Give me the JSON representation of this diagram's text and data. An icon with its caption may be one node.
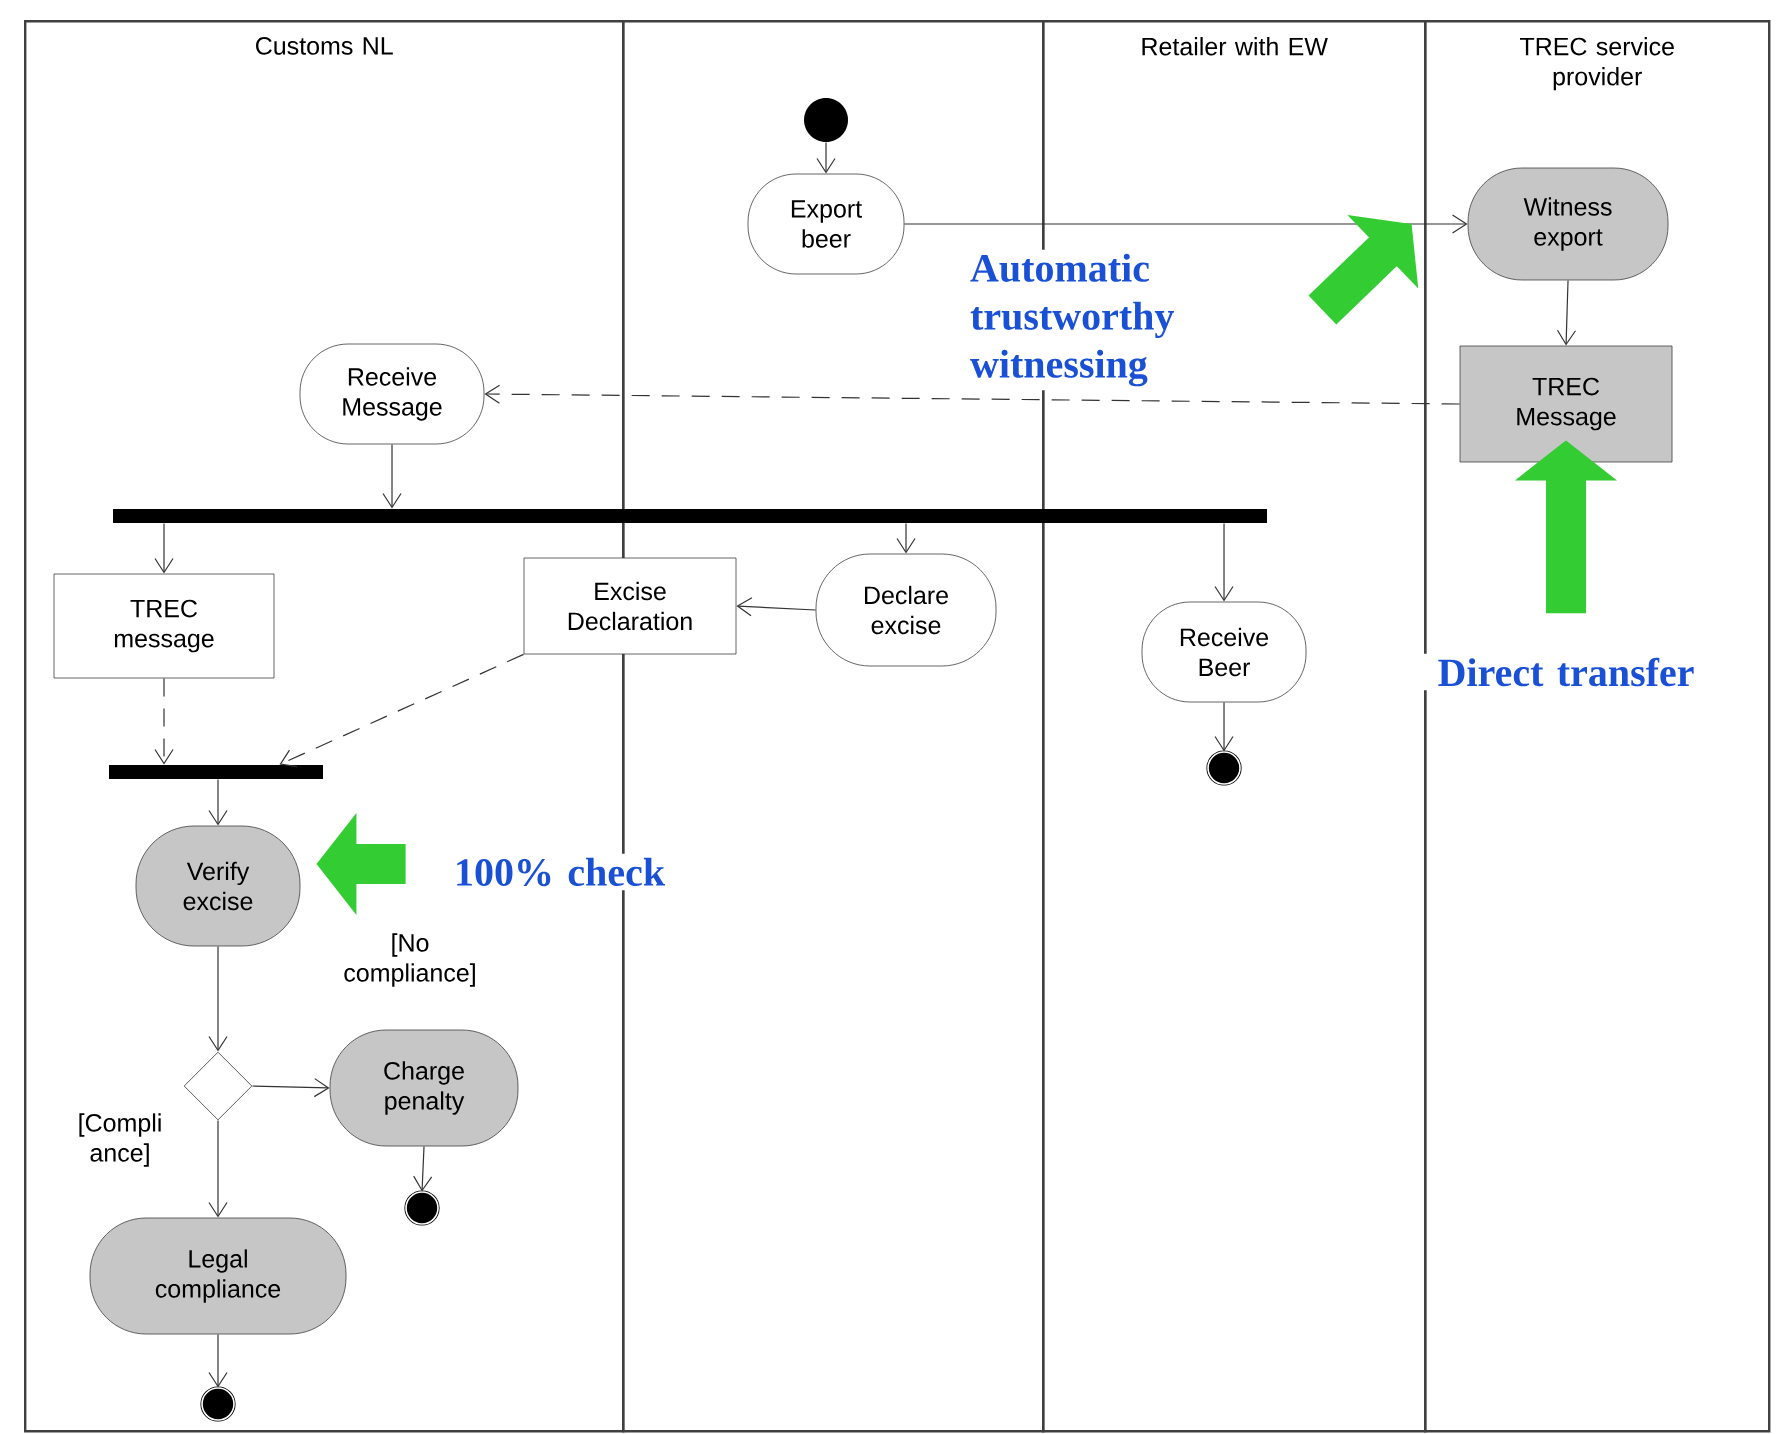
{
  "diagram": {
    "nodes": [
      {
        "text": [
          "Customs NL"
        ]
      },
      {
        "text": [],
        "shape": "box"
      },
      {
        "text": [
          "Retailer with EW"
        ]
      },
      {
        "text": [
          "TREC service provider"
        ]
      },
      {
        "text": [],
        "shape": "circle",
        "in": 1
      },
      {
        "text": [
          "Export beer"
        ],
        "in": 1
      },
      {
        "text": [
          "Witness export"
        ],
        "in": 3
      },
      {
        "text": [
          "TREC Message"
        ],
        "in": 3
      },
      {
        "text": [
          "Receive Message"
        ],
        "in": 0
      },
      {
        "text": [],
        "shape": "bar"
      },
      {
        "text": [
          "TREC message"
        ],
        "in": 0
      },
      {
        "text": [
          "Excise Declaration"
        ]
      },
      {
        "text": [
          "Declare excise"
        ],
        "in": 1
      },
      {
        "text": [
          "Receive Beer"
        ],
        "in": 2
      },
      {
        "text": [],
        "shape": "circle",
        "in": 2
      },
      {
        "text": [],
        "shape": "bar",
        "in": 0
      },
      {
        "text": [
          "Verify excise"
        ],
        "in": 0
      },
      {
        "text": [],
        "shape": "diamond",
        "in": 0
      },
      {
        "text": [
          "Charge penalty"
        ],
        "in": 0
      },
      {
        "text": [],
        "shape": "circle",
        "in": 0
      },
      {
        "text": [
          "Legal compliance"
        ],
        "in": 0
      },
      {
        "text": [],
        "shape": "circle",
        "in": 0
      },
      {
        "text": [
          "Automatic trustworthy witnessing"
        ]
      },
      {
        "text": [
          "Direct transfer"
        ],
        "in": 3
      },
      {
        "text": [
          "100% check"
        ]
      }
    ],
    "edges": [
      {
        "from": 4,
        "to": 5,
        "arrow": "to"
      },
      {
        "from": 5,
        "to": 6,
        "arrow": "to"
      },
      {
        "from": 6,
        "to": 7,
        "arrow": "to"
      },
      {
        "from": 7,
        "to": 8,
        "arrow": "to",
        "style": "dashed"
      },
      {
        "from": 8,
        "to": 9,
        "arrow": "to"
      },
      {
        "from": 9,
        "to": 10,
        "arrow": "to"
      },
      {
        "from": 9,
        "to": 12,
        "arrow": "to"
      },
      {
        "from": 9,
        "to": 13,
        "arrow": "to"
      },
      {
        "from": 12,
        "to": 11,
        "arrow": "to"
      },
      {
        "from": 10,
        "to": 15,
        "arrow": "to",
        "style": "dashed"
      },
      {
        "from": 11,
        "to": 15,
        "arrow": "to",
        "style": "dashed"
      },
      {
        "from": 15,
        "to": 16,
        "arrow": "to"
      },
      {
        "from": 16,
        "to": 17,
        "arrow": "to"
      },
      {
        "from": 17,
        "to": 18,
        "arrow": "to",
        "label": "[No compliance]"
      },
      {
        "from": 17,
        "to": 20,
        "arrow": "to",
        "label": "[Compli ance]"
      },
      {
        "from": 18,
        "to": 19,
        "arrow": "to"
      },
      {
        "from": 20,
        "to": 21,
        "arrow": "to"
      },
      {
        "from": 13,
        "to": 14,
        "arrow": "to"
      },
      {
        "from": 22,
        "to": 6,
        "arrow": "to",
        "style": "thick",
        "color": "#33cc33"
      },
      {
        "from": 23,
        "to": 7,
        "arrow": "to",
        "style": "thick",
        "color": "#33cc33"
      },
      {
        "from": 24,
        "to": 16,
        "arrow": "to",
        "style": "thick",
        "color": "#33cc33"
      }
    ]
  }
}
